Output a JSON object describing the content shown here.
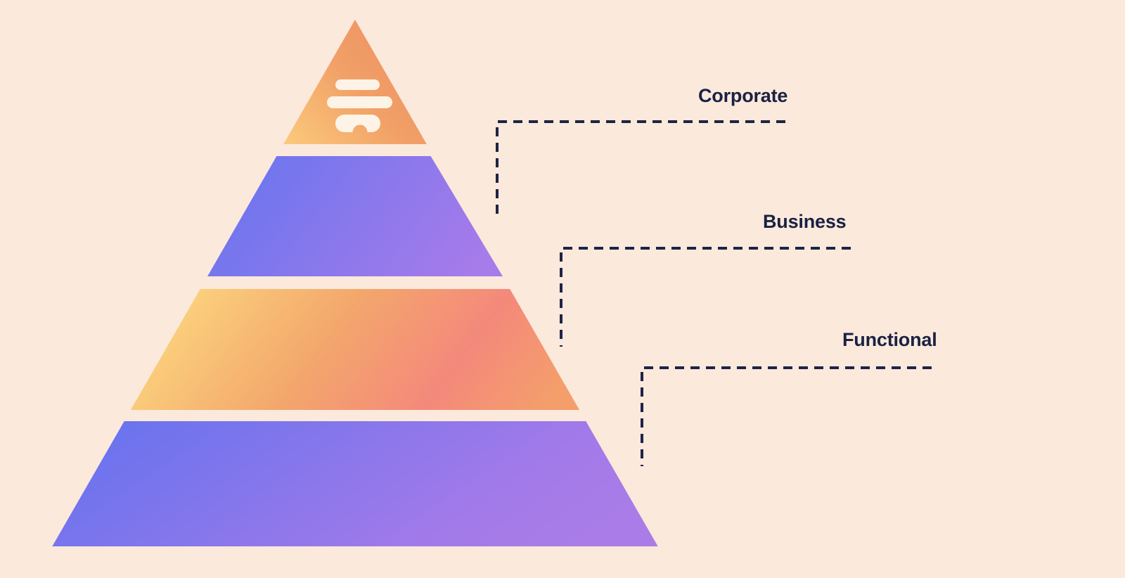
{
  "canvas": {
    "background_color": "#fbe9dc"
  },
  "pyramid": {
    "type": "pyramid-diagram",
    "levels": [
      {
        "name": "apex",
        "label": "",
        "icon": "text-lines-icon",
        "icon_color": "#fdf3e6",
        "gradient": [
          "#fcca7b",
          "#f1a067",
          "#ee9065"
        ]
      },
      {
        "name": "corporate",
        "label": "Corporate",
        "gradient": [
          "#6b75ee",
          "#a77bea"
        ]
      },
      {
        "name": "business",
        "label": "Business",
        "gradient": [
          "#fcd77f",
          "#f3a76c",
          "#f4897b",
          "#f49e6c"
        ]
      },
      {
        "name": "functional",
        "label": "Functional",
        "gradient": [
          "#6a73ee",
          "#a37ae9",
          "#aa7ce8"
        ]
      }
    ]
  },
  "connectors": {
    "style": "dashed",
    "color": "#1d2445"
  },
  "labels": {
    "color": "#1a2142"
  }
}
